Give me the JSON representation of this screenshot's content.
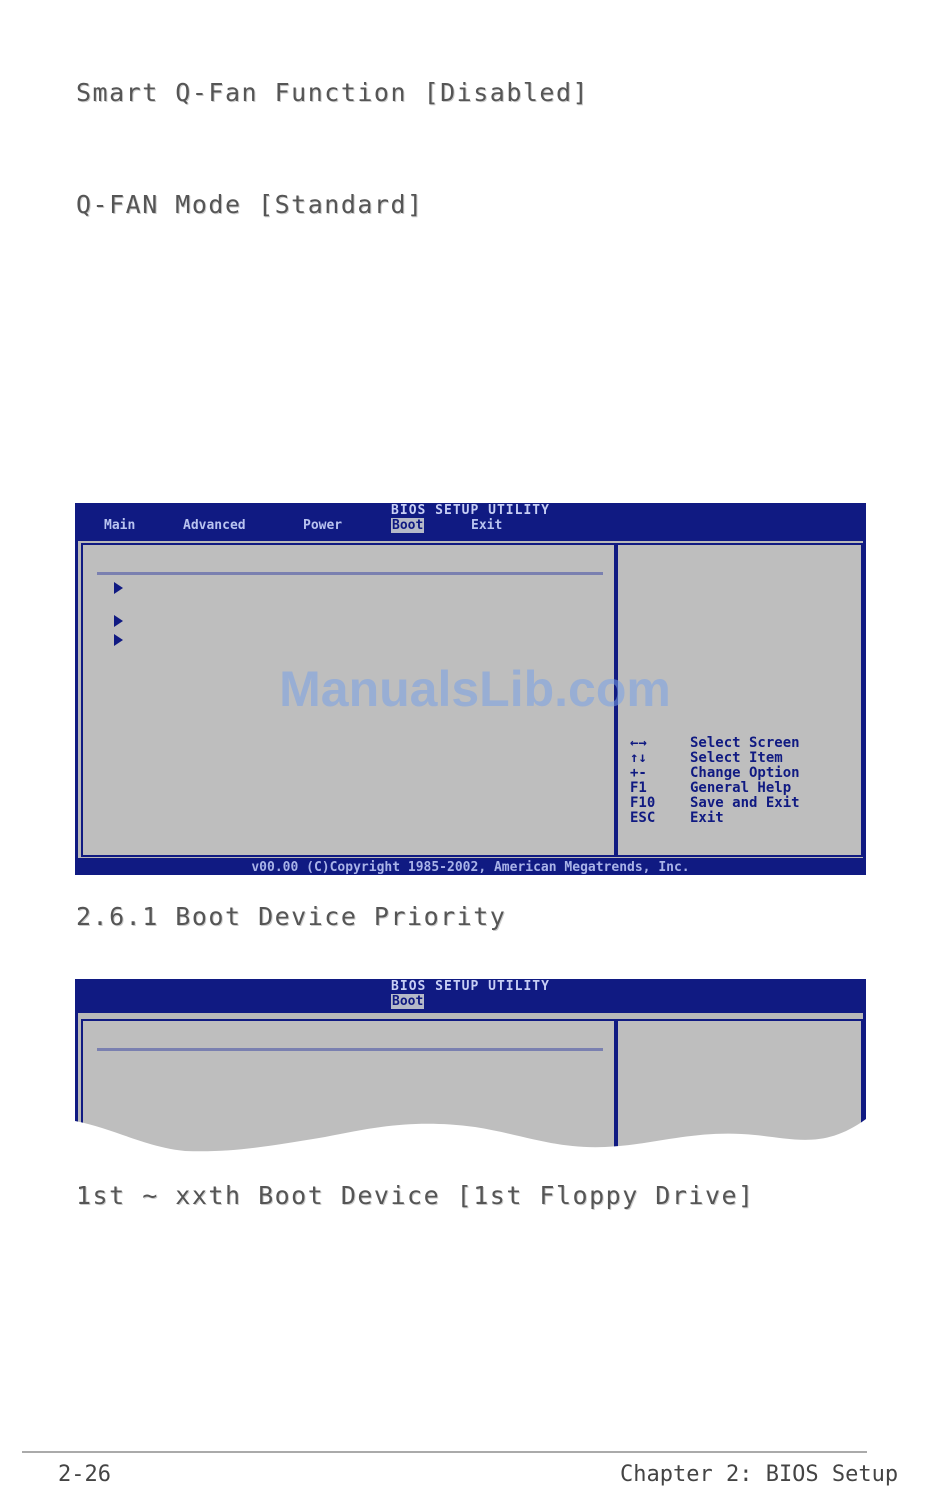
{
  "sections": {
    "smart_qfan": "Smart Q-Fan Function [Disabled]",
    "qfan_mode": "Q-FAN Mode [Standard]",
    "boot_device_priority": "2.6.1    Boot Device Priority",
    "boot_device": "1st ~ xxth Boot Device [1st Floppy Drive]"
  },
  "bios1": {
    "title": "BIOS SETUP UTILITY",
    "menu": [
      "Main",
      "Advanced",
      "Power",
      "Boot",
      "Exit"
    ],
    "active_menu": "Boot",
    "keys": [
      {
        "key": "←→",
        "desc": "Select Screen"
      },
      {
        "key": "↑↓",
        "desc": "Select Item"
      },
      {
        "key": "+-",
        "desc": "Change Option"
      },
      {
        "key": "F1",
        "desc": "General Help"
      },
      {
        "key": "F10",
        "desc": "Save and Exit"
      },
      {
        "key": "ESC",
        "desc": "Exit"
      }
    ],
    "footer": "v00.00 (C)Copyright 1985-2002, American Megatrends, Inc."
  },
  "bios2": {
    "title": "BIOS SETUP UTILITY",
    "menu": [
      "Boot"
    ]
  },
  "watermark": "ManualsLib.com",
  "page_footer": {
    "page_number": "2-26",
    "chapter": "Chapter 2: BIOS Setup"
  }
}
